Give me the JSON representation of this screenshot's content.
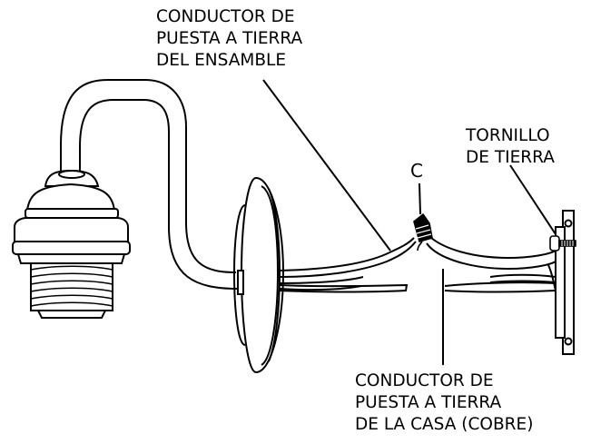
{
  "labels": {
    "fixture_ground": {
      "lines": [
        "CONDUCTOR DE",
        "PUESTA A TIERRA",
        "DEL ENSAMBLE"
      ]
    },
    "connector": {
      "text": "C"
    },
    "ground_screw": {
      "lines": [
        "TORNILLO",
        "DE TIERRA"
      ]
    },
    "house_ground": {
      "lines": [
        "CONDUCTOR DE",
        "PUESTA A TIERRA",
        "DE LA CASA (COBRE)"
      ]
    }
  },
  "colors": {
    "ink": "#000000",
    "paper": "#ffffff",
    "shade": "#d9d9d9"
  }
}
